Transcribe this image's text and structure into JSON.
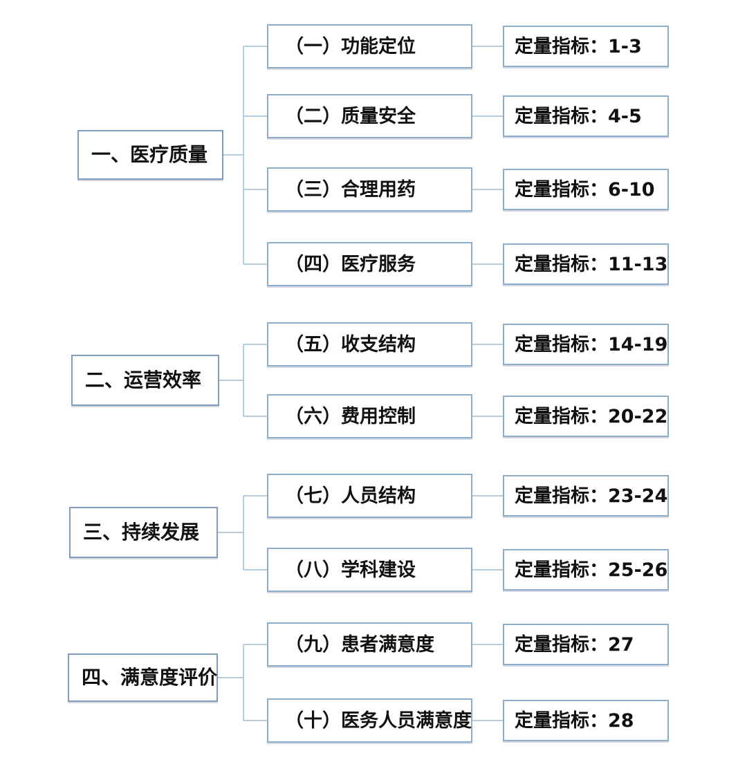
{
  "colors": {
    "background": "#ffffff",
    "category_border": "#7d9cc0",
    "item_border": "#8badc9",
    "connector": "#9fbcd2",
    "text": "#111111"
  },
  "groups": [
    {
      "label": "一、医疗质量",
      "children": [
        {
          "label": "（一）功能定位",
          "indicator": "定量指标：1-3"
        },
        {
          "label": "（二）质量安全",
          "indicator": "定量指标：4-5"
        },
        {
          "label": "（三）合理用药",
          "indicator": "定量指标：6-10"
        },
        {
          "label": "（四）医疗服务",
          "indicator": "定量指标：11-13"
        }
      ]
    },
    {
      "label": "二、运营效率",
      "children": [
        {
          "label": "（五）收支结构",
          "indicator": "定量指标：14-19"
        },
        {
          "label": "（六）费用控制",
          "indicator": "定量指标：20-22"
        }
      ]
    },
    {
      "label": "三、持续发展",
      "children": [
        {
          "label": "（七）人员结构",
          "indicator": "定量指标：23-24"
        },
        {
          "label": "（八）学科建设",
          "indicator": "定量指标：25-26"
        }
      ]
    },
    {
      "label": "四、满意度评价",
      "children": [
        {
          "label": "（九）患者满意度",
          "indicator": "定量指标：27"
        },
        {
          "label": "（十）医务人员满意度",
          "indicator": "定量指标：28"
        }
      ]
    }
  ]
}
